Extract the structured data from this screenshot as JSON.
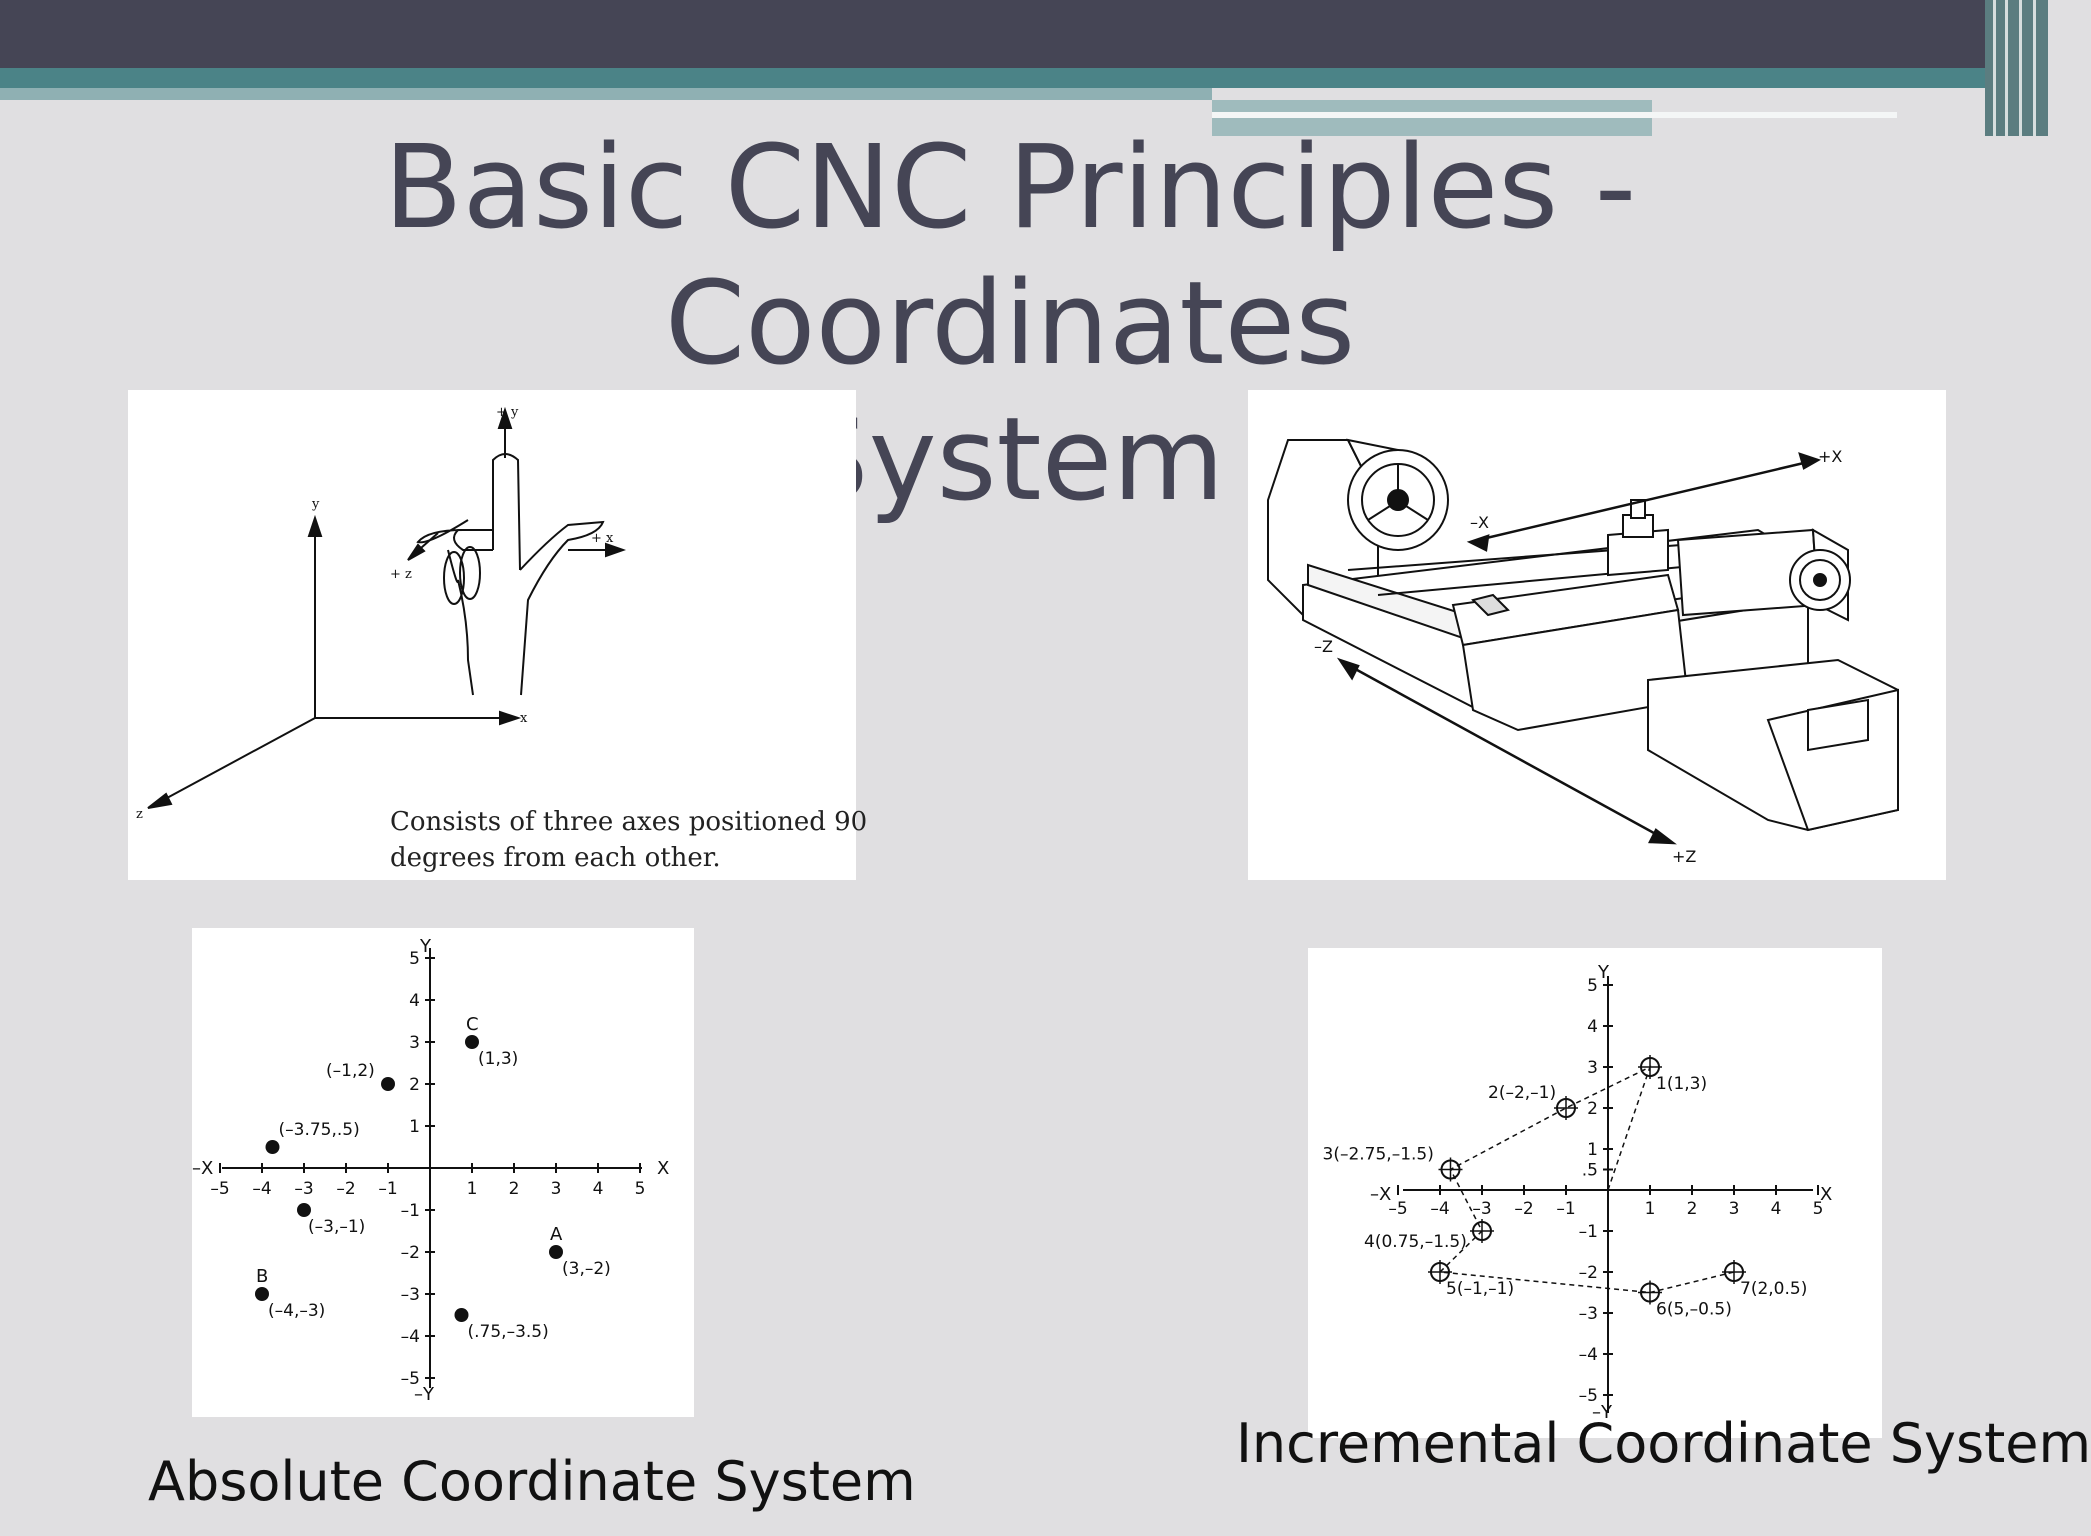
{
  "slide": {
    "title_line1": "Basic CNC Principles - Coordinates",
    "title_line2": "System"
  },
  "figure_axes": {
    "labels": {
      "plus_y": "+ y",
      "plus_x": "+ x",
      "plus_z": "+ z",
      "y": "y",
      "x": "x",
      "z": "z"
    },
    "caption_line1": "Consists of three axes positioned 90",
    "caption_line2": "degrees from each other."
  },
  "figure_lathe": {
    "labels": {
      "plus_x": "+X",
      "minus_x": "–X",
      "minus_z": "–Z",
      "plus_z": "+Z"
    }
  },
  "figure_absolute": {
    "axis_labels": {
      "x": "X",
      "neg_x": "–X",
      "y": "Y",
      "neg_y": "–Y"
    },
    "x_ticks": [
      "–5",
      "–4",
      "–3",
      "–2",
      "–1",
      "1",
      "2",
      "3",
      "4",
      "5"
    ],
    "y_ticks": [
      "5",
      "4",
      "3",
      "2",
      "1",
      "–1",
      "–2",
      "–3",
      "–4",
      "–5"
    ],
    "points": [
      {
        "name": "C",
        "label": "(1,3)",
        "x": 1,
        "y": 3
      },
      {
        "name": "",
        "label": "(–1,2)",
        "x": -1,
        "y": 2
      },
      {
        "name": "",
        "label": "(–3.75,.5)",
        "x": -3.75,
        "y": 0.5
      },
      {
        "name": "",
        "label": "(–3,–1)",
        "x": -3,
        "y": -1
      },
      {
        "name": "A",
        "label": "(3,–2)",
        "x": 3,
        "y": -2
      },
      {
        "name": "B",
        "label": "(–4,–3)",
        "x": -4,
        "y": -3
      },
      {
        "name": "",
        "label": "(.75,–3.5)",
        "x": 0.75,
        "y": -3.5
      }
    ],
    "caption": "Absolute Coordinate System"
  },
  "figure_incremental": {
    "axis_labels": {
      "x": "X",
      "neg_x": "–X",
      "y": "Y",
      "neg_y": "–Y"
    },
    "x_ticks": [
      "–5",
      "–4",
      "–3",
      "–2",
      "–1",
      "1",
      "2",
      "3",
      "4",
      "5"
    ],
    "y_ticks": [
      "5",
      "4",
      "3",
      "2",
      "1",
      ".5",
      "–1",
      "–2",
      "–3",
      "–4",
      "–5"
    ],
    "points": [
      {
        "label": "1(1,3)",
        "x": 1,
        "y": 3
      },
      {
        "label": "2(–2,–1)",
        "x": -1,
        "y": 2
      },
      {
        "label": "3(–2.75,–1.5)",
        "x": -3.75,
        "y": 0.5
      },
      {
        "label": "4(0.75,–1.5)",
        "x": -3,
        "y": -1
      },
      {
        "label": "5(–1,–1)",
        "x": -4,
        "y": -2
      },
      {
        "label": "6(5,–0.5)",
        "x": 1,
        "y": -2.5
      },
      {
        "label": "7(2,0.5)",
        "x": 3,
        "y": -2
      }
    ],
    "caption": "Incremental Coordinate System"
  }
}
